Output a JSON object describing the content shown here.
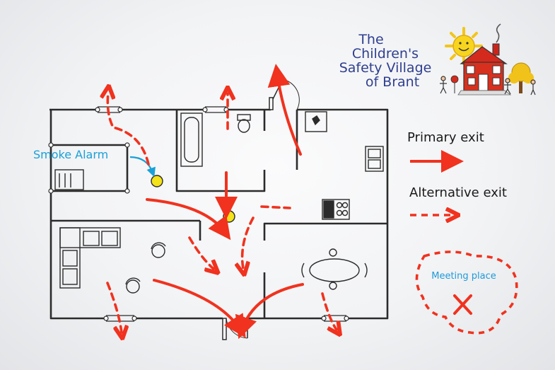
{
  "logo": {
    "lines": [
      "The",
      "Children's",
      "Safety Village",
      "of Brant"
    ]
  },
  "legend": {
    "primary_label": "Primary exit",
    "alternative_label": "Alternative exit"
  },
  "annotations": {
    "smoke_alarm": "Smoke Alarm",
    "meeting_place": "Meeting place"
  },
  "colors": {
    "exit_red": "#f0321e",
    "wall": "#2b2b2b",
    "alarm_yellow": "#f4e21a",
    "label_blue": "#1aa0d8",
    "logo_blue": "#2f3f8f"
  }
}
